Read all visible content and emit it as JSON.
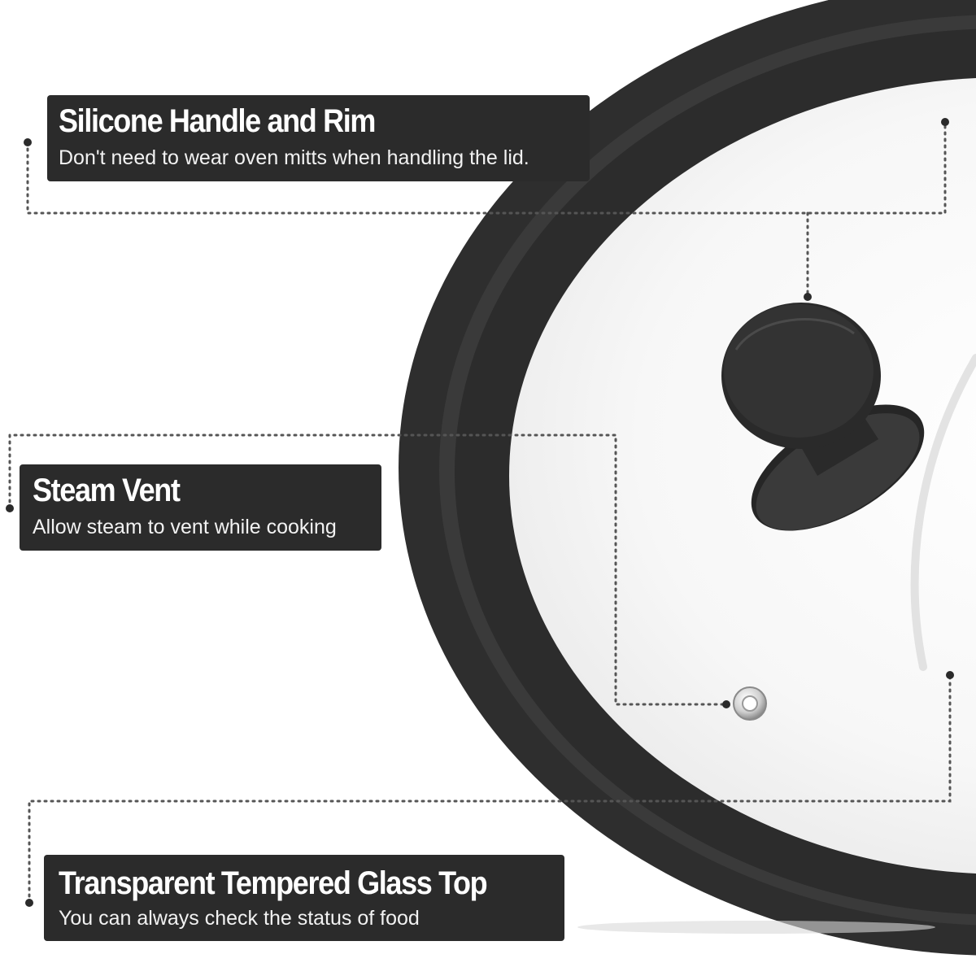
{
  "callouts": {
    "handle_rim": {
      "title": "Silicone Handle and Rim",
      "description": "Don't need to wear oven mitts when handling the lid."
    },
    "steam_vent": {
      "title": "Steam Vent",
      "description": "Allow steam to vent while cooking"
    },
    "glass_top": {
      "title": "Transparent Tempered Glass Top",
      "description": "You can always check the status of food"
    }
  },
  "colors": {
    "label_background": "#2b2b2b",
    "label_text": "#ffffff",
    "silicone_rim": "#2e2e2e",
    "glass": "#f4f4f4",
    "leader_line": "#555555"
  }
}
